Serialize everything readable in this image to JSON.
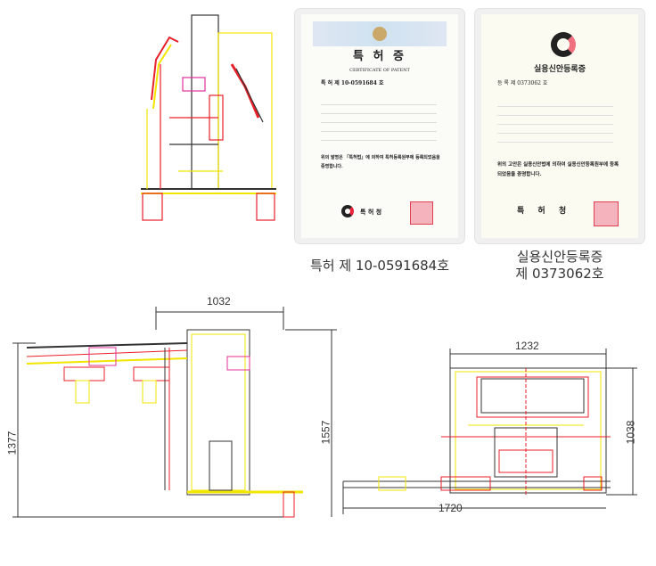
{
  "certificates": [
    {
      "title": "특 허 증",
      "subtitle": "CERTIFICATE OF PATENT",
      "number_line": "특 허 제 10-0591684 호",
      "statement": "위의 발명은 「특허법」에 의하여 특허등록원부에 등록되었음을 증명합니다.",
      "issuer": "특 허 청",
      "caption": "특허 제 10-0591684호"
    },
    {
      "title": "실용신안등록증",
      "number_line": "등 록 제 0373062 호",
      "statement": "위의 고안은 실용신안법에 의하여 실용신안등록원부에 등록되었음을 증명합니다.",
      "issuer": "특 허 청",
      "caption_line1": "실용신안등록증",
      "caption_line2": "제 0373062호"
    }
  ],
  "dimensions": {
    "side_top_width": "1032",
    "side_left_height": "1377",
    "side_right_height": "1557",
    "plan_top_width": "1232",
    "plan_right_height": "1038",
    "plan_bottom_width": "1720"
  },
  "colors": {
    "line_red": "#e8202a",
    "line_yellow": "#f2e600",
    "line_dark": "#333333",
    "line_magenta": "#e0309a"
  }
}
